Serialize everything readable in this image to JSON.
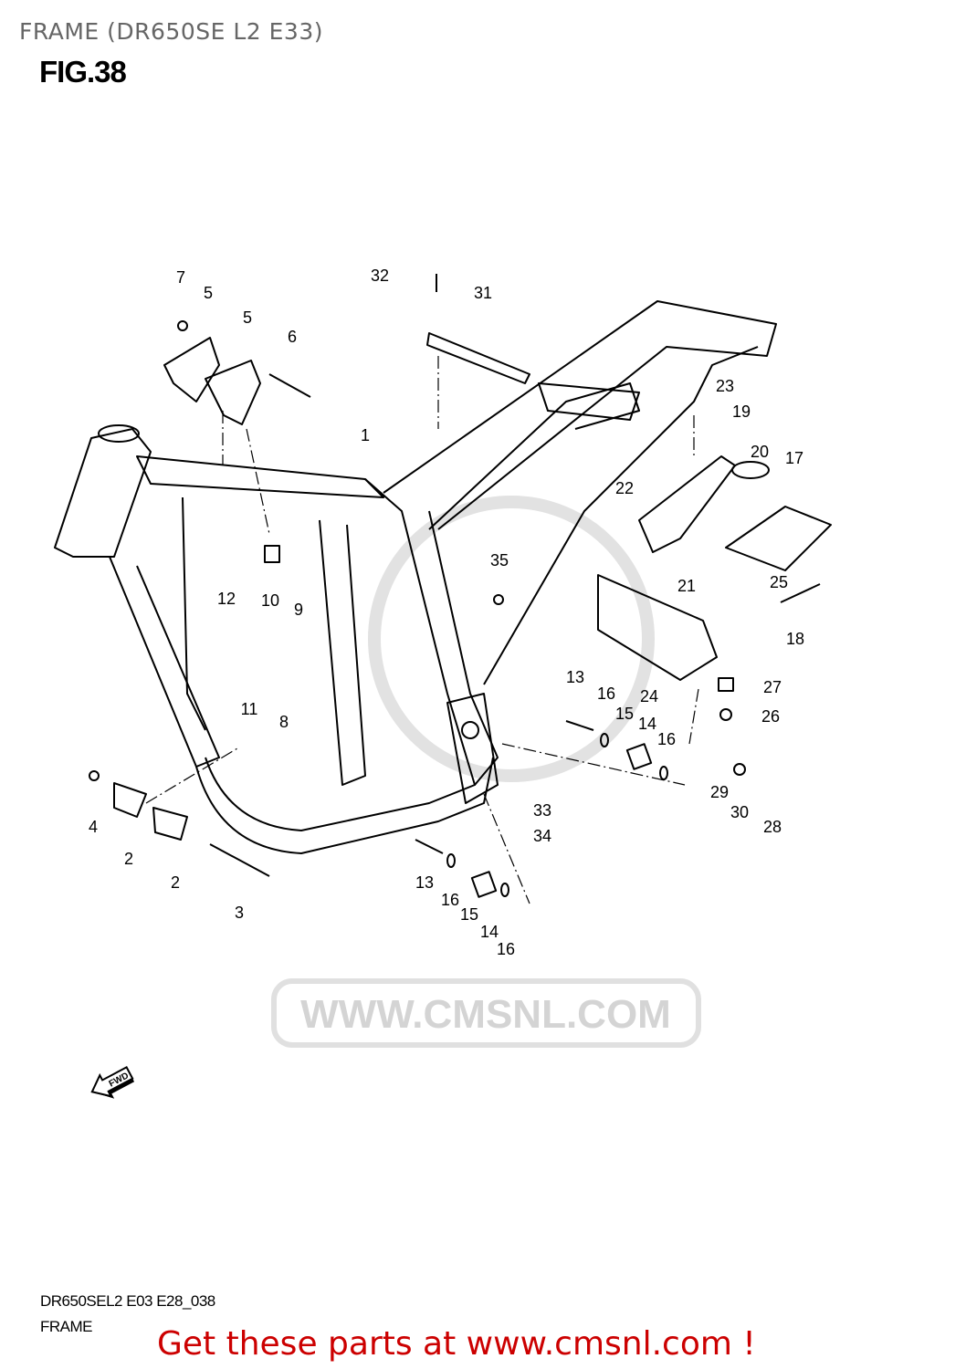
{
  "page_title": "FRAME (DR650SE L2 E33)",
  "figure_label": "FIG.38",
  "diagram_code": "DR650SEL2 E03 E28_038",
  "diagram_name": "FRAME",
  "promo_link": "Get these parts at www.cmsnl.com !",
  "watermark": "WWW.CMSNL.COM",
  "fwd_arrow_label": "FWD",
  "callouts": [
    "7",
    "5",
    "5",
    "6",
    "32",
    "31",
    "1",
    "23",
    "19",
    "20",
    "17",
    "22",
    "35",
    "12",
    "10",
    "9",
    "21",
    "25",
    "18",
    "11",
    "8",
    "13",
    "16",
    "24",
    "15",
    "14",
    "16",
    "27",
    "26",
    "4",
    "2",
    "2",
    "33",
    "34",
    "29",
    "30",
    "28",
    "3",
    "13",
    "16",
    "15",
    "14",
    "16"
  ],
  "colors": {
    "promo": "#cc0000",
    "title": "#666666"
  }
}
